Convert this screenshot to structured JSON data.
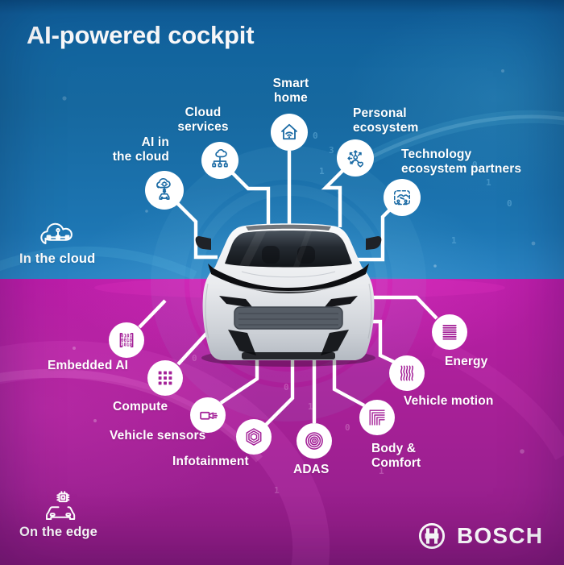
{
  "title": "AI-powered cockpit",
  "zones": {
    "cloud": {
      "label": "In the cloud",
      "icon": "cloud-network-icon"
    },
    "edge": {
      "label": "On the edge",
      "icon": "car-chip-icon"
    }
  },
  "cloud_nodes": {
    "ai_cloud": {
      "line1": "AI in",
      "line2": "the cloud",
      "icon": "cloud-car-exchange-icon"
    },
    "cloud_services": {
      "line1": "Cloud",
      "line2": "services",
      "icon": "cloud-org-chart-icon"
    },
    "smart_home": {
      "line1": "Smart",
      "line2": "home",
      "icon": "smart-home-wifi-icon"
    },
    "personal_ecosystem": {
      "line1": "Personal",
      "line2": "ecosystem",
      "icon": "person-arrows-heart-icon"
    },
    "tech_partners": {
      "line1": "Technology",
      "line2": "ecosystem partners",
      "icon": "handshake-partners-icon"
    }
  },
  "edge_nodes": {
    "embedded_ai": {
      "label": "Embedded AI",
      "icon": "binary-code-icon",
      "binary": [
        "0101",
        "0010",
        "1010"
      ]
    },
    "compute": {
      "label": "Compute",
      "icon": "chip-grid-icon"
    },
    "vehicle_sensors": {
      "label": "Vehicle sensors",
      "icon": "camera-sensor-icon"
    },
    "infotainment": {
      "label": "Infotainment",
      "icon": "nested-hexagons-icon"
    },
    "adas": {
      "label": "ADAS",
      "icon": "radar-target-icon"
    },
    "body_comfort": {
      "line1": "Body &",
      "line2": "Comfort",
      "icon": "layered-corners-icon"
    },
    "vehicle_motion": {
      "label": "Vehicle motion",
      "icon": "wavy-lines-icon"
    },
    "energy": {
      "label": "Energy",
      "icon": "stacked-bars-icon"
    }
  },
  "brand": {
    "logo_text": "BOSCH",
    "symbol": "bosch-armature-icon"
  },
  "colors": {
    "cloud_bg": "#16689f",
    "edge_bg": "#a32097",
    "icon_blue": "#1a6aa4",
    "icon_magenta": "#a32097",
    "connector": "#ffffff"
  },
  "decor": {
    "binary_chars": [
      "0",
      "3",
      "1",
      "1",
      "0",
      "1",
      "0",
      "1",
      "0",
      "1",
      "0",
      "1",
      "1",
      "0"
    ]
  }
}
